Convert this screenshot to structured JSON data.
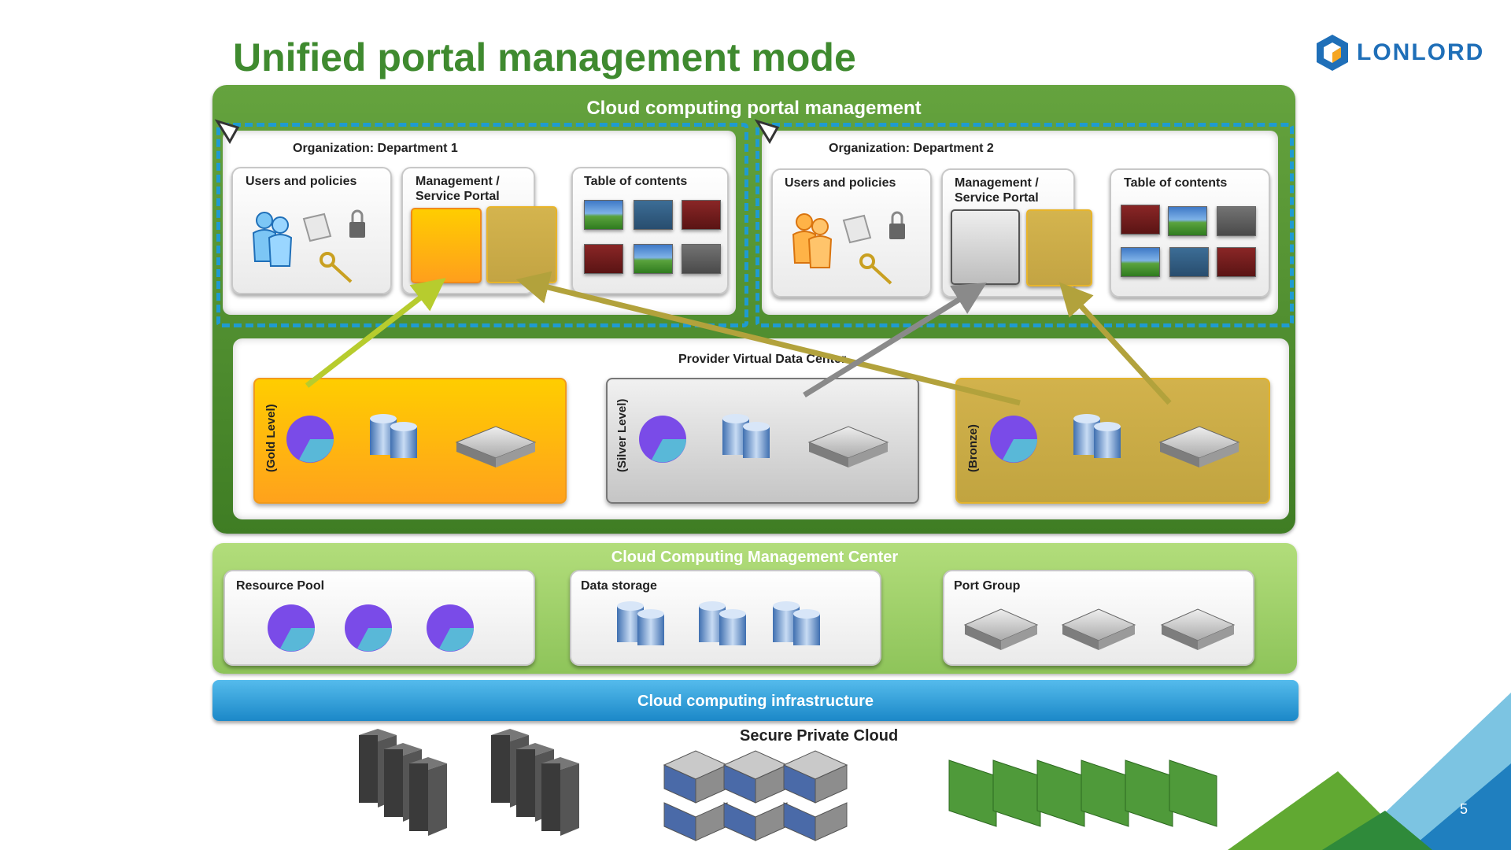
{
  "title": "Unified portal management mode",
  "logo_text": "LONLORD",
  "page_number": "5",
  "portal": {
    "title": "Cloud computing portal management",
    "departments": [
      {
        "label": "Organization: Department 1",
        "cards": {
          "users": "Users and policies",
          "management": "Management / Service Portal",
          "toc": "Table of contents"
        }
      },
      {
        "label": "Organization: Department 2",
        "cards": {
          "users": "Users and policies",
          "management": "Management / Service Portal",
          "toc": "Table of contents"
        }
      }
    ],
    "vdc_label": "Provider Virtual Data Center",
    "tiers": [
      "(Gold Level)",
      "(Silver Level)",
      "(Bronze)"
    ]
  },
  "management_center": {
    "title": "Cloud Computing Management Center",
    "cards": [
      "Resource Pool",
      "Data storage",
      "Port Group"
    ]
  },
  "infrastructure": {
    "title": "Cloud computing infrastructure",
    "private_cloud": "Secure Private Cloud"
  },
  "colors": {
    "title_green": "#3f8a2f",
    "gold": "#ffb400",
    "silver": "#cccccc",
    "bronze": "#c9ab45",
    "dept_border": "#1f9bd1",
    "arrow_lime": "#b7cc2e",
    "arrow_olive": "#b2a23c",
    "arrow_gray": "#8a8a8a"
  }
}
